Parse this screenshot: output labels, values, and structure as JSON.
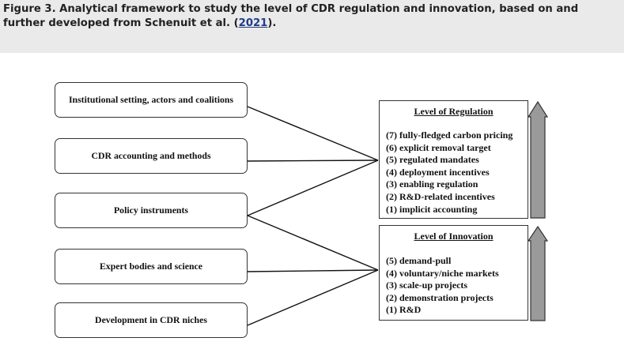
{
  "caption": {
    "text": "Figure 3. Analytical framework to study the level of CDR regulation and innovation, based on and further developed from Schenuit et al. (",
    "link_text": "2021",
    "suffix": ")."
  },
  "factors": [
    {
      "label": "Institutional setting, actors and coalitions"
    },
    {
      "label": "CDR accounting and methods"
    },
    {
      "label": "Policy instruments"
    },
    {
      "label": "Expert bodies and science"
    },
    {
      "label": "Development in CDR niches"
    }
  ],
  "regulation": {
    "title": "Level of Regulation",
    "items": [
      "(7) fully-fledged carbon pricing",
      "(6) explicit removal target",
      "(5) regulated mandates",
      "(4) deployment incentives",
      "(3) enabling regulation",
      "(2) R&D-related incentives",
      "(1) implicit accounting"
    ]
  },
  "innovation": {
    "title": "Level of Innovation",
    "items": [
      "(5) demand-pull",
      "(4) voluntary/niche markets",
      "(3) scale-up projects",
      "(2) demonstration projects",
      "(1) R&D"
    ]
  },
  "colors": {
    "arrow_fill": "#9a9a9a",
    "line": "#111111",
    "caption_bg": "#eaeaea",
    "link": "#1f3c88"
  }
}
